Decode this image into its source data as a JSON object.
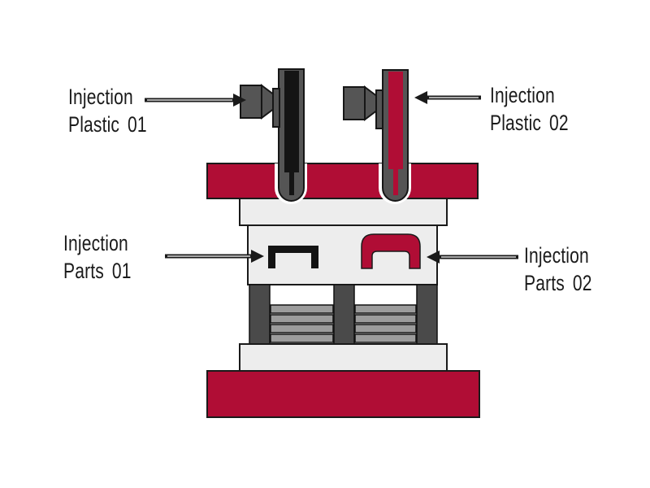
{
  "diagram": {
    "background": "#ffffff",
    "labels": {
      "plastic01": {
        "line1": "Injection",
        "line2": "Plastic 01"
      },
      "plastic02": {
        "line1": "Injection",
        "line2": "Plastic 02"
      },
      "parts01": {
        "line1": "Injection",
        "line2": "Parts 01"
      },
      "parts02": {
        "line1": "Injection",
        "line2": "Parts 02"
      }
    },
    "colors": {
      "crimson": "#b00d35",
      "dark_gray": "#4a4a4a",
      "nozzle_gray": "#555555",
      "spring_gray": "#9c9c9c",
      "plate_light": "#ededed",
      "outline": "#1a1a1a",
      "plastic_black": "#141414",
      "halo_white": "#ffffff",
      "background": "#ffffff"
    }
  }
}
